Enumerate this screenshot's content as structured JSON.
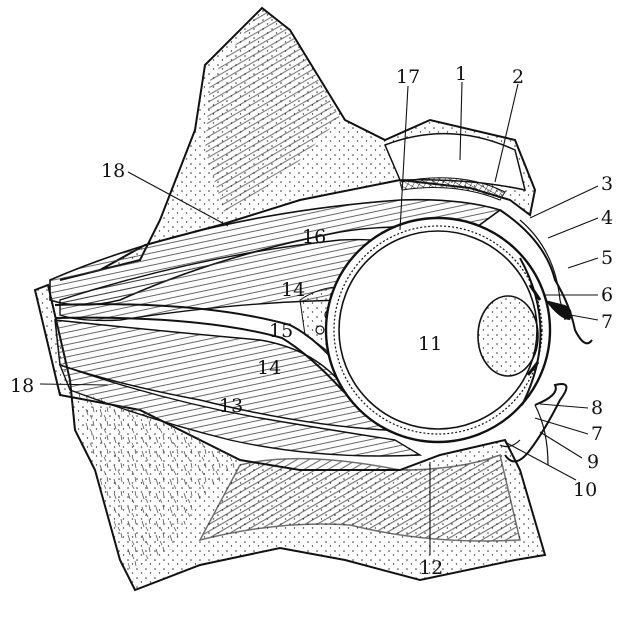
{
  "figure": {
    "labels": [
      {
        "id": "l1",
        "text": "1"
      },
      {
        "id": "l2",
        "text": "2"
      },
      {
        "id": "l3",
        "text": "3"
      },
      {
        "id": "l4",
        "text": "4"
      },
      {
        "id": "l5",
        "text": "5"
      },
      {
        "id": "l6",
        "text": "6"
      },
      {
        "id": "l7a",
        "text": "7"
      },
      {
        "id": "l8",
        "text": "8"
      },
      {
        "id": "l7b",
        "text": "7"
      },
      {
        "id": "l9",
        "text": "9"
      },
      {
        "id": "l10",
        "text": "10"
      },
      {
        "id": "l11",
        "text": "11"
      },
      {
        "id": "l12",
        "text": "12"
      },
      {
        "id": "l13",
        "text": "13"
      },
      {
        "id": "l14a",
        "text": "14"
      },
      {
        "id": "l14b",
        "text": "14"
      },
      {
        "id": "l15",
        "text": "15"
      },
      {
        "id": "l16",
        "text": "16"
      },
      {
        "id": "l17",
        "text": "17"
      },
      {
        "id": "l18a",
        "text": "18"
      },
      {
        "id": "l18b",
        "text": "18"
      }
    ]
  }
}
